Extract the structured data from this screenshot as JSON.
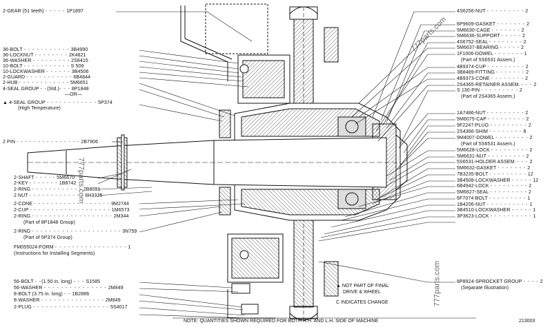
{
  "left_labels": [
    {
      "qty": "2",
      "part": "GEAR",
      "note": "(51 teeth)",
      "number": "1P1897"
    },
    {
      "qty": "36",
      "part": "BOLT",
      "note": "",
      "number": "3B4990"
    },
    {
      "qty": "36",
      "part": "LOCKNUT",
      "note": "",
      "number": "2K4821"
    },
    {
      "qty": "36",
      "part": "WASHER",
      "note": "",
      "number": "2S8415"
    },
    {
      "qty": "10",
      "part": "BOLT",
      "note": "",
      "number": "S 509"
    },
    {
      "qty": "10",
      "part": "LOCKWASHER",
      "note": "",
      "number": "3B4506"
    },
    {
      "qty": "2",
      "part": "GUARD",
      "note": "",
      "number": "6B4844"
    },
    {
      "qty": "2",
      "part": "HUB",
      "note": "",
      "number": "5M6651"
    },
    {
      "qty": "4",
      "part": "SEAL GROUP",
      "note": "(Std.)",
      "number": "8P1848"
    },
    {
      "qty": "",
      "part": "",
      "note": "—OR—",
      "number": ""
    },
    {
      "qty": "4",
      "part": "SEAL GROUP",
      "note": "",
      "number": "5P374"
    },
    {
      "qty": "",
      "part": "",
      "note": "(High Temperature)",
      "number": ""
    },
    {
      "qty": "2",
      "part": "PIN",
      "note": "",
      "number": "2B7906"
    },
    {
      "qty": "2",
      "part": "SHAFT",
      "note": "",
      "number": "5M6670"
    },
    {
      "qty": "2",
      "part": "KEY",
      "note": "",
      "number": "1B8742"
    },
    {
      "qty": "2",
      "part": "RING",
      "note": "",
      "number": "2B8091"
    },
    {
      "qty": "2",
      "part": "NUT",
      "note": "",
      "number": "8H3325"
    },
    {
      "qty": "2",
      "part": "CONE",
      "note": "",
      "number": "9M2744"
    },
    {
      "qty": "2",
      "part": "CUP",
      "note": "",
      "number": "1M6573"
    },
    {
      "qty": "2",
      "part": "RING",
      "note": "",
      "number": "2M344"
    },
    {
      "qty": "",
      "part": "",
      "note": "(Part of 8P1848 Group)",
      "number": ""
    },
    {
      "qty": "2",
      "part": "RING",
      "note": "",
      "number": "3N759"
    },
    {
      "qty": "",
      "part": "",
      "note": "(Part of 5P374 Group)",
      "number": ""
    },
    {
      "qty": "",
      "part": "FM055024-FORM",
      "note": "",
      "number": "1"
    },
    {
      "qty": "",
      "part": "",
      "note": "(Instructions for Installing Segments)",
      "number": ""
    },
    {
      "qty": "56",
      "part": "BOLT",
      "note": "(1.50 in. long)",
      "number": "S1585"
    },
    {
      "qty": "56",
      "part": "WASHER",
      "note": "",
      "number": "2M849"
    },
    {
      "qty": "8",
      "part": "BOLT",
      "note": "(3.75 in. long)",
      "number": "1B2886"
    },
    {
      "qty": "8",
      "part": "WASHER",
      "note": "",
      "number": "2M849"
    },
    {
      "qty": "2",
      "part": "PLUG",
      "note": "",
      "number": "5S4017"
    }
  ],
  "right_labels": [
    {
      "part": "4S6256-NUT",
      "qty": "2"
    },
    {
      "part": "6P9609-GASKET",
      "qty": "2"
    },
    {
      "part": "5M6630-CAGE",
      "qty": "2"
    },
    {
      "part": "5M6636-SUPPORT",
      "qty": "2"
    },
    {
      "part": "4S6752-SEAL",
      "qty": "2"
    },
    {
      "part": "5M6637-BEARING",
      "qty": "2"
    },
    {
      "part": "1F1006-DOWEL",
      "qty": "1"
    },
    {
      "part": "(Part of 5S6531 Assem.)",
      "qty": ""
    },
    {
      "part": "4B9374-CUP",
      "qty": "2"
    },
    {
      "part": "3B8489-FITTING",
      "qty": "2"
    },
    {
      "part": "4B9373-CONE",
      "qty": "2"
    },
    {
      "part": "2S4365-RETAINER ASSEM.",
      "qty": "2"
    },
    {
      "part": "S 130-PIN",
      "qty": "2"
    },
    {
      "part": "(Part of 2S4365 Assem.)",
      "qty": ""
    },
    {
      "part": "1A7486-NUT",
      "qty": "2"
    },
    {
      "part": "5M6075-CAP",
      "qty": "2"
    },
    {
      "part": "9F2247-PLUG",
      "qty": "2"
    },
    {
      "part": "2S4366-SHIM",
      "qty": "8"
    },
    {
      "part": "9M4007-DOWEL",
      "qty": "2"
    },
    {
      "part": "(Part of 5S6531 Assem.)",
      "qty": ""
    },
    {
      "part": "5M6628-LOCK",
      "qty": "2"
    },
    {
      "part": "5M6631-NUT",
      "qty": "2"
    },
    {
      "part": "5S6531-HOLDER ASSEM.",
      "qty": "2"
    },
    {
      "part": "5M6632-GASKET",
      "qty": "2"
    },
    {
      "part": "7B3235-BOLT",
      "qty": "12"
    },
    {
      "part": "3B4508-LOCKWASHER",
      "qty": "12"
    },
    {
      "part": "6B4942-LOCK",
      "qty": "2"
    },
    {
      "part": "5M6627-SEAL",
      "qty": "2"
    },
    {
      "part": "6F7074-BOLT",
      "qty": "1"
    },
    {
      "part": "1B4206-NUT",
      "qty": "1"
    },
    {
      "part": "3B4510-LOCKWASHER",
      "qty": "1"
    },
    {
      "part": "3P3623-LOCK",
      "qty": "1"
    },
    {
      "part": "8P8924-SPROCKET GROUP",
      "qty": "2"
    },
    {
      "part": "(Separate Illustration)",
      "qty": ""
    }
  ],
  "notes": {
    "not_part": "▲ NOT PART OF FINAL",
    "not_part_2": "DRIVE & WHEEL",
    "change": "C INDICATES CHANGE",
    "footer": "NOTE: QUANTITIES SHOWN REQUIRED FOR BOTH R.H. AND L.H. SIDE OF MACHINE",
    "figure_number": "213003"
  },
  "watermarks": [
    "777parts.com",
    "777parts.com",
    "777parts.com"
  ],
  "colors": {
    "ink": "#111111",
    "hatch": "#555555",
    "paper": "#ffffff",
    "watermark": "#6a6a6a"
  }
}
